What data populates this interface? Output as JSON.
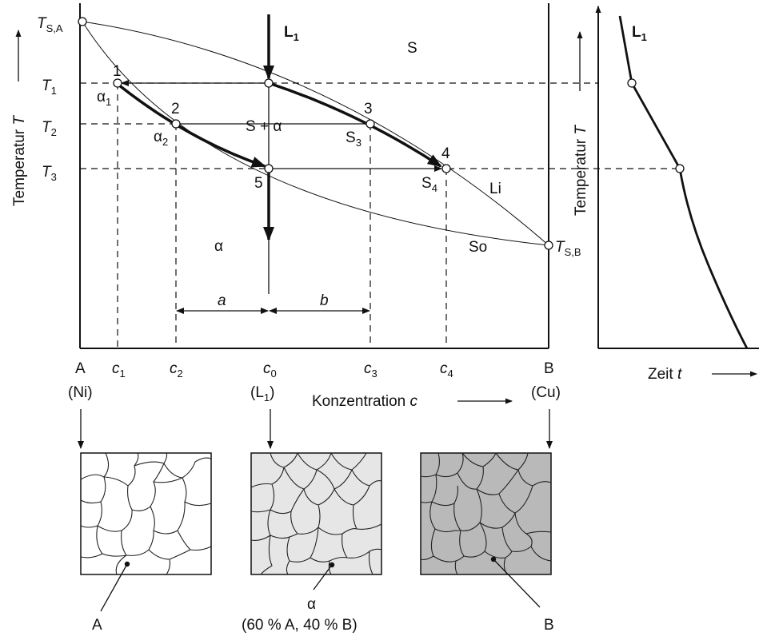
{
  "phase_diagram": {
    "point_labels": {
      "ts_a_main": "T",
      "ts_a_sub": "S,A",
      "ts_b_main": "T",
      "ts_b_sub": "S,B",
      "p1": "1",
      "p2": "2",
      "p3": "3",
      "p4": "4",
      "p5": "5"
    },
    "temperature_ticks": [
      {
        "main": "T",
        "sub": "1"
      },
      {
        "main": "T",
        "sub": "2"
      },
      {
        "main": "T",
        "sub": "3"
      }
    ],
    "y_axis_label": {
      "text": "Temperatur ",
      "var": "T"
    },
    "regions": {
      "liquid": "S",
      "two_phase": "S + α",
      "solid": "α",
      "liquidus": "Li",
      "solidus": "So"
    },
    "composition_labels": {
      "alpha1_main": "α",
      "alpha1_sub": "1",
      "alpha2_main": "α",
      "alpha2_sub": "2",
      "s3_main": "S",
      "s3_sub": "3",
      "s4_main": "S",
      "s4_sub": "4"
    },
    "melt": {
      "main": "L",
      "sub": "1"
    },
    "lever": {
      "a": "a",
      "b": "b"
    },
    "x_axis": {
      "left_end": "A",
      "right_end": "B",
      "left_element": "(Ni)",
      "right_element": "(Cu)",
      "c_ticks": [
        {
          "main": "c",
          "sub": "1"
        },
        {
          "main": "c",
          "sub": "2"
        },
        {
          "main": "c",
          "sub": "0"
        },
        {
          "main": "c",
          "sub": "3"
        },
        {
          "main": "c",
          "sub": "4"
        }
      ],
      "l1_paren_open": "(L",
      "l1_paren_sub": "1",
      "l1_paren_close": ")",
      "concentration_text": "Konzentration ",
      "concentration_var": "c"
    }
  },
  "cooling_curve": {
    "y_label_text": "Temperatur ",
    "y_label_var": "T",
    "x_label_text": "Zeit ",
    "x_label_var": "t",
    "curve_main": "L",
    "curve_sub": "1"
  },
  "micrographs": {
    "a_label": "A",
    "alpha_label": "α",
    "alpha_composition": "(60 % A, 40 % B)",
    "b_label": "B",
    "colors": {
      "a_fill": "#ffffff",
      "alpha_fill": "#e6e6e6",
      "b_fill": "#b9b9b9"
    }
  }
}
